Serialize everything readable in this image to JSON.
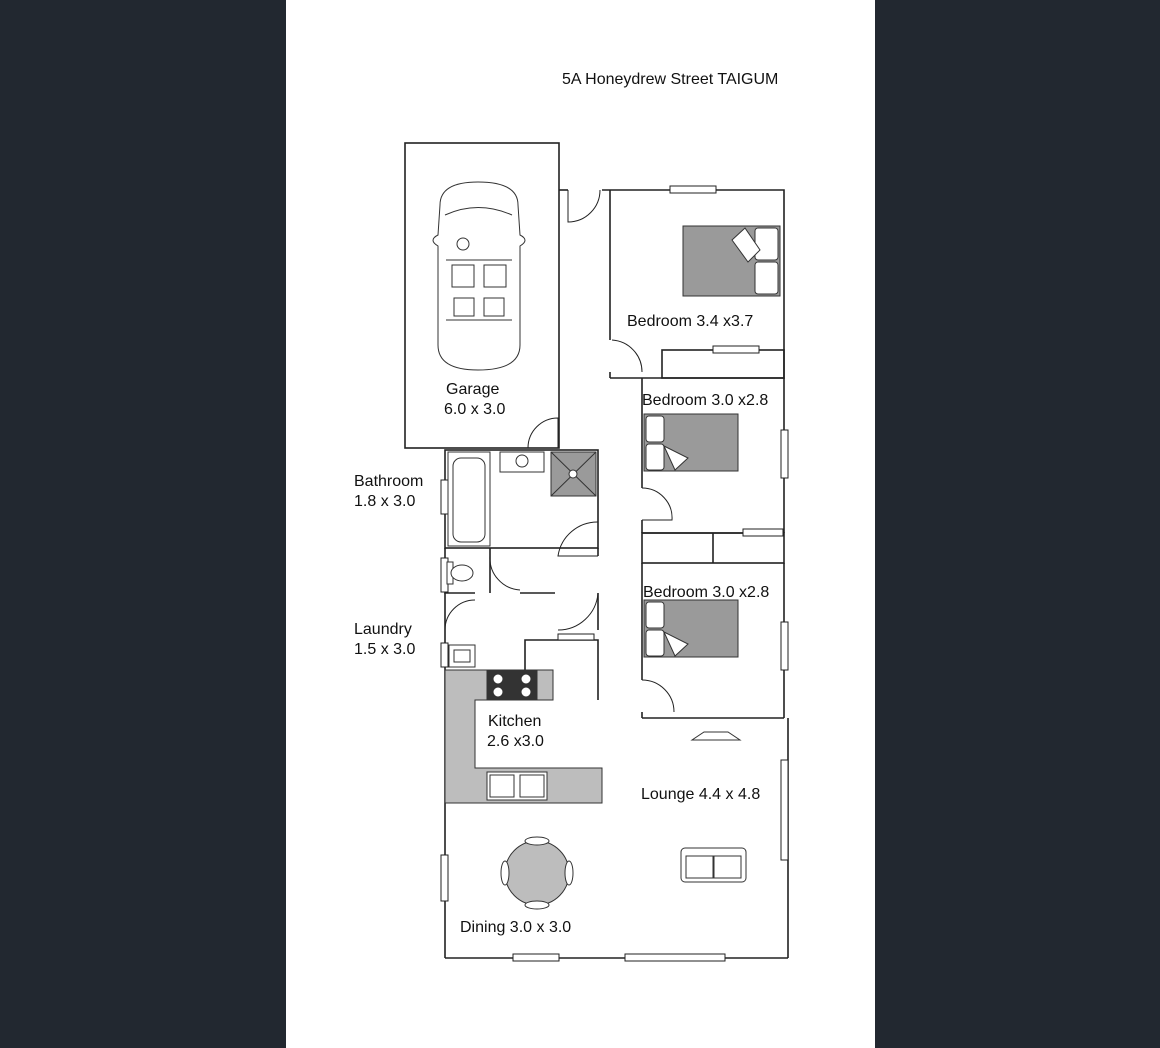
{
  "colors": {
    "background": "#222830",
    "paper": "#ffffff",
    "wall": "#222222",
    "fixture_fill": "#bdbdbd",
    "bed_fill": "#9a9a9a"
  },
  "plan": {
    "address": "5A Honeydrew Street TAIGUM",
    "rooms": {
      "garage": {
        "name": "Garage",
        "size": "6.0 x 3.0"
      },
      "bed1": {
        "label": "Bedroom 3.4 x3.7"
      },
      "bed2": {
        "label": "Bedroom 3.0 x2.8"
      },
      "bed3": {
        "label": "Bedroom 3.0 x2.8"
      },
      "bathroom": {
        "name": "Bathroom",
        "size": "1.8 x 3.0"
      },
      "laundry": {
        "name": "Laundry",
        "size": "1.5 x 3.0"
      },
      "kitchen": {
        "name": "Kitchen",
        "size": "2.6 x3.0"
      },
      "lounge": {
        "label": "Lounge 4.4 x 4.8"
      },
      "dining": {
        "label": "Dining 3.0 x 3.0"
      }
    }
  }
}
